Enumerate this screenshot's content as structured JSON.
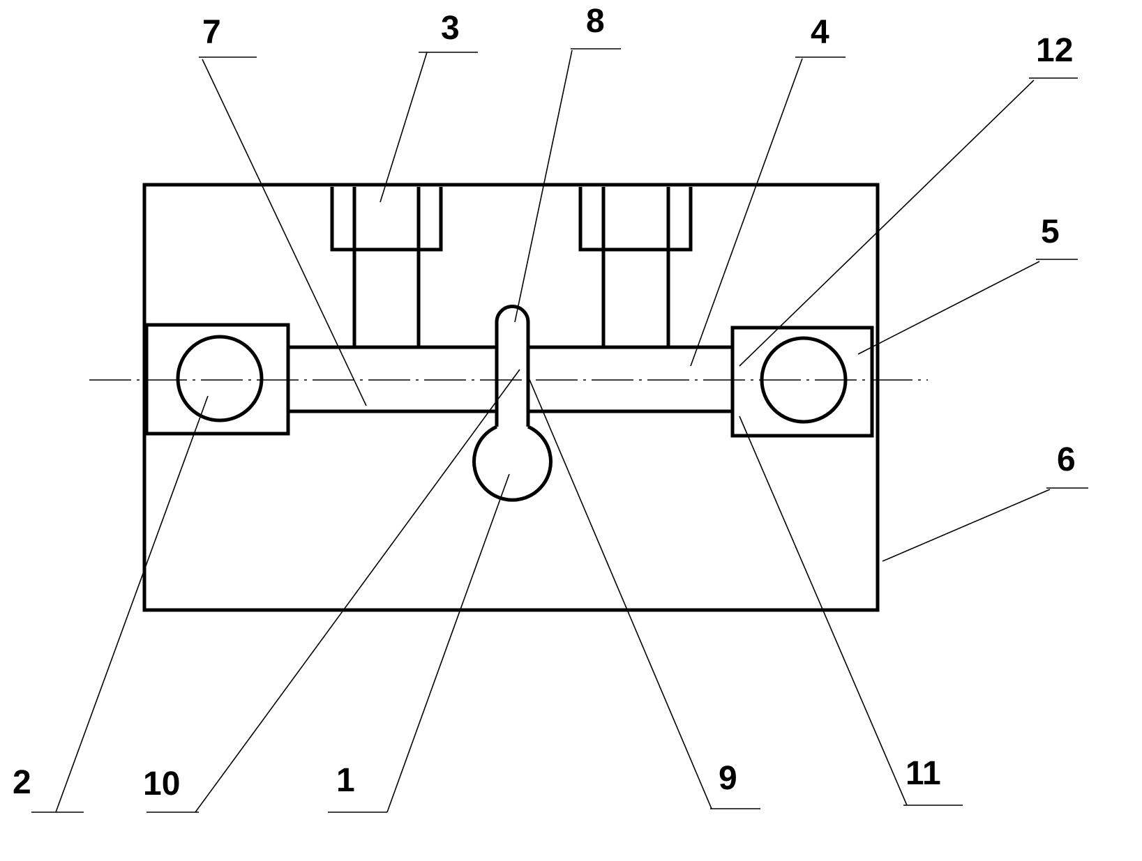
{
  "figure": {
    "labels": [
      {
        "id": "7",
        "text": "7"
      },
      {
        "id": "3",
        "text": "3"
      },
      {
        "id": "8",
        "text": "8"
      },
      {
        "id": "4",
        "text": "4"
      },
      {
        "id": "12",
        "text": "12"
      },
      {
        "id": "5",
        "text": "5"
      },
      {
        "id": "6",
        "text": "6"
      },
      {
        "id": "2",
        "text": "2"
      },
      {
        "id": "10",
        "text": "10"
      },
      {
        "id": "1",
        "text": "1"
      },
      {
        "id": "9",
        "text": "9"
      },
      {
        "id": "11",
        "text": "11"
      }
    ],
    "colors": {
      "line": "#000000",
      "background": "#ffffff"
    }
  }
}
